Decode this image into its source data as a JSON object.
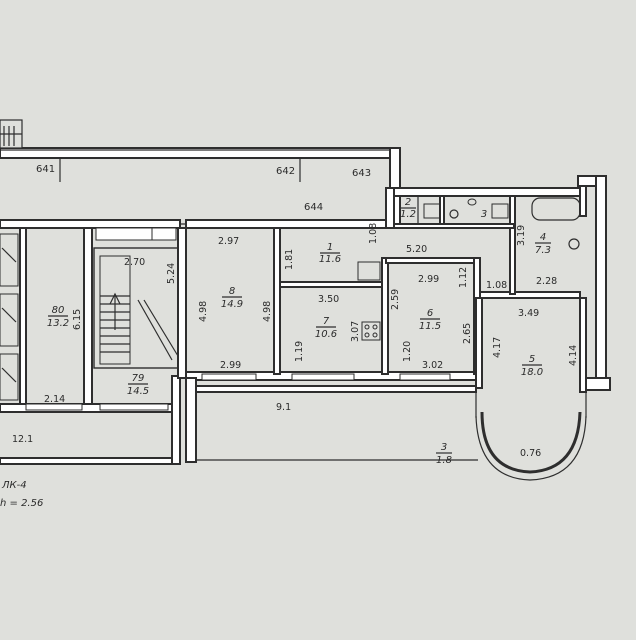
{
  "corridor_labels": [
    "641",
    "642",
    "643",
    "644"
  ],
  "rooms": [
    {
      "number": "1",
      "area": "11.6"
    },
    {
      "number": "2",
      "area": "1.2"
    },
    {
      "number": "3",
      "area": ""
    },
    {
      "number": "4",
      "area": "7.3"
    },
    {
      "number": "5",
      "area": "18.0"
    },
    {
      "number": "6",
      "area": "11.5"
    },
    {
      "number": "7",
      "area": "10.6"
    },
    {
      "number": "8",
      "area": "14.9"
    },
    {
      "number": "80",
      "area": "13.2"
    },
    {
      "number": "79",
      "area": "14.5"
    },
    {
      "number": "3",
      "area": "1.8"
    }
  ],
  "dimensions": [
    "2.97",
    "1.08",
    "5.20",
    "3.19",
    "2.28",
    "1.08",
    "2.99",
    "1.12",
    "3.50",
    "2.59",
    "2.65",
    "3.49",
    "4.17",
    "4.14",
    "0.76",
    "1.81",
    "4.98",
    "4.98",
    "2.99",
    "3.07",
    "1.19",
    "1.20",
    "3.02",
    "2.70",
    "5.24",
    "6.15",
    "2.14",
    "9.1",
    "12.1"
  ],
  "legend": {
    "code": "ЛК-4",
    "height": "h = 2.56"
  }
}
